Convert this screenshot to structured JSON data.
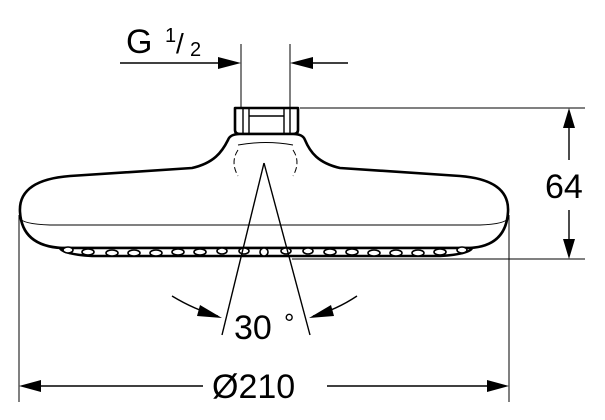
{
  "dimensions": {
    "thread": {
      "prefix": "G",
      "numerator": "1",
      "slash": "/",
      "denominator": "2"
    },
    "height": "64",
    "angle": "30",
    "angle_unit": "°",
    "diameter": "Ø210"
  }
}
